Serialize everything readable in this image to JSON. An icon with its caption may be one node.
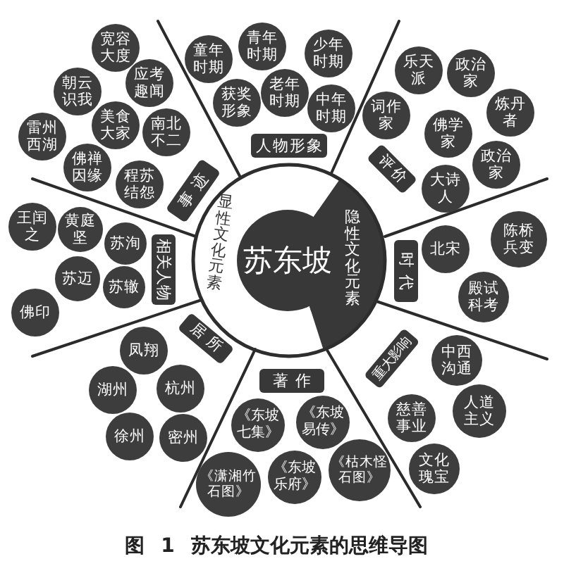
{
  "diagram": {
    "caption": "图 1 苏东坡文化元素的思维导图",
    "nodes": [
      {
        "text": [
          "苏东坡"
        ],
        "in": 1
      },
      {
        "text": [
          "显性文化元素"
        ]
      },
      {
        "text": [
          "隐性文化元素"
        ],
        "in": 1
      },
      {
        "text": [
          "人物形象"
        ]
      },
      {
        "text": [
          "童年时期"
        ]
      },
      {
        "text": [
          "青年时期"
        ]
      },
      {
        "text": [
          "少年时期"
        ]
      },
      {
        "text": [
          "获奖形象"
        ]
      },
      {
        "text": [
          "老年时期"
        ]
      },
      {
        "text": [
          "中年时期"
        ]
      },
      {
        "text": [
          "评价"
        ]
      },
      {
        "text": [
          "乐天派"
        ]
      },
      {
        "text": [
          "政治家"
        ]
      },
      {
        "text": [
          "词作家"
        ]
      },
      {
        "text": [
          "佛学家"
        ]
      },
      {
        "text": [
          "炼丹者"
        ]
      },
      {
        "text": [
          "大诗人"
        ]
      },
      {
        "text": [
          "政治家"
        ]
      },
      {
        "text": [
          "时代"
        ]
      },
      {
        "text": [
          "北宋"
        ]
      },
      {
        "text": [
          "陈桥兵变"
        ]
      },
      {
        "text": [
          "殿试科考"
        ]
      },
      {
        "text": [
          "重大影响"
        ]
      },
      {
        "text": [
          "中西沟通"
        ]
      },
      {
        "text": [
          "慈善事业"
        ]
      },
      {
        "text": [
          "人道主义"
        ]
      },
      {
        "text": [
          "文化瑰宝"
        ]
      },
      {
        "text": [
          "著作"
        ]
      },
      {
        "text": [
          "《东坡七集》"
        ]
      },
      {
        "text": [
          "《东坡易传》"
        ]
      },
      {
        "text": [
          "《潇湘竹石图》"
        ]
      },
      {
        "text": [
          "《东坡乐府》"
        ]
      },
      {
        "text": [
          "《枯木怪石图》"
        ]
      },
      {
        "text": [
          "居所"
        ]
      },
      {
        "text": [
          "凤翔"
        ]
      },
      {
        "text": [
          "湖州"
        ]
      },
      {
        "text": [
          "杭州"
        ]
      },
      {
        "text": [
          "徐州"
        ]
      },
      {
        "text": [
          "密州"
        ]
      },
      {
        "text": [
          "相关人物"
        ]
      },
      {
        "text": [
          "王闰之"
        ]
      },
      {
        "text": [
          "黄庭坚"
        ]
      },
      {
        "text": [
          "苏洵"
        ]
      },
      {
        "text": [
          "苏迈"
        ]
      },
      {
        "text": [
          "苏辙"
        ]
      },
      {
        "text": [
          "佛印"
        ]
      },
      {
        "text": [
          "事迹"
        ]
      },
      {
        "text": [
          "宽容大度"
        ]
      },
      {
        "text": [
          "朝云识我"
        ]
      },
      {
        "text": [
          "应考趣闻"
        ]
      },
      {
        "text": [
          "美食大家"
        ]
      },
      {
        "text": [
          "雷州西湖"
        ]
      },
      {
        "text": [
          "南北不二"
        ]
      },
      {
        "text": [
          "佛禅因缘"
        ]
      },
      {
        "text": [
          "程苏结怨"
        ]
      }
    ]
  }
}
